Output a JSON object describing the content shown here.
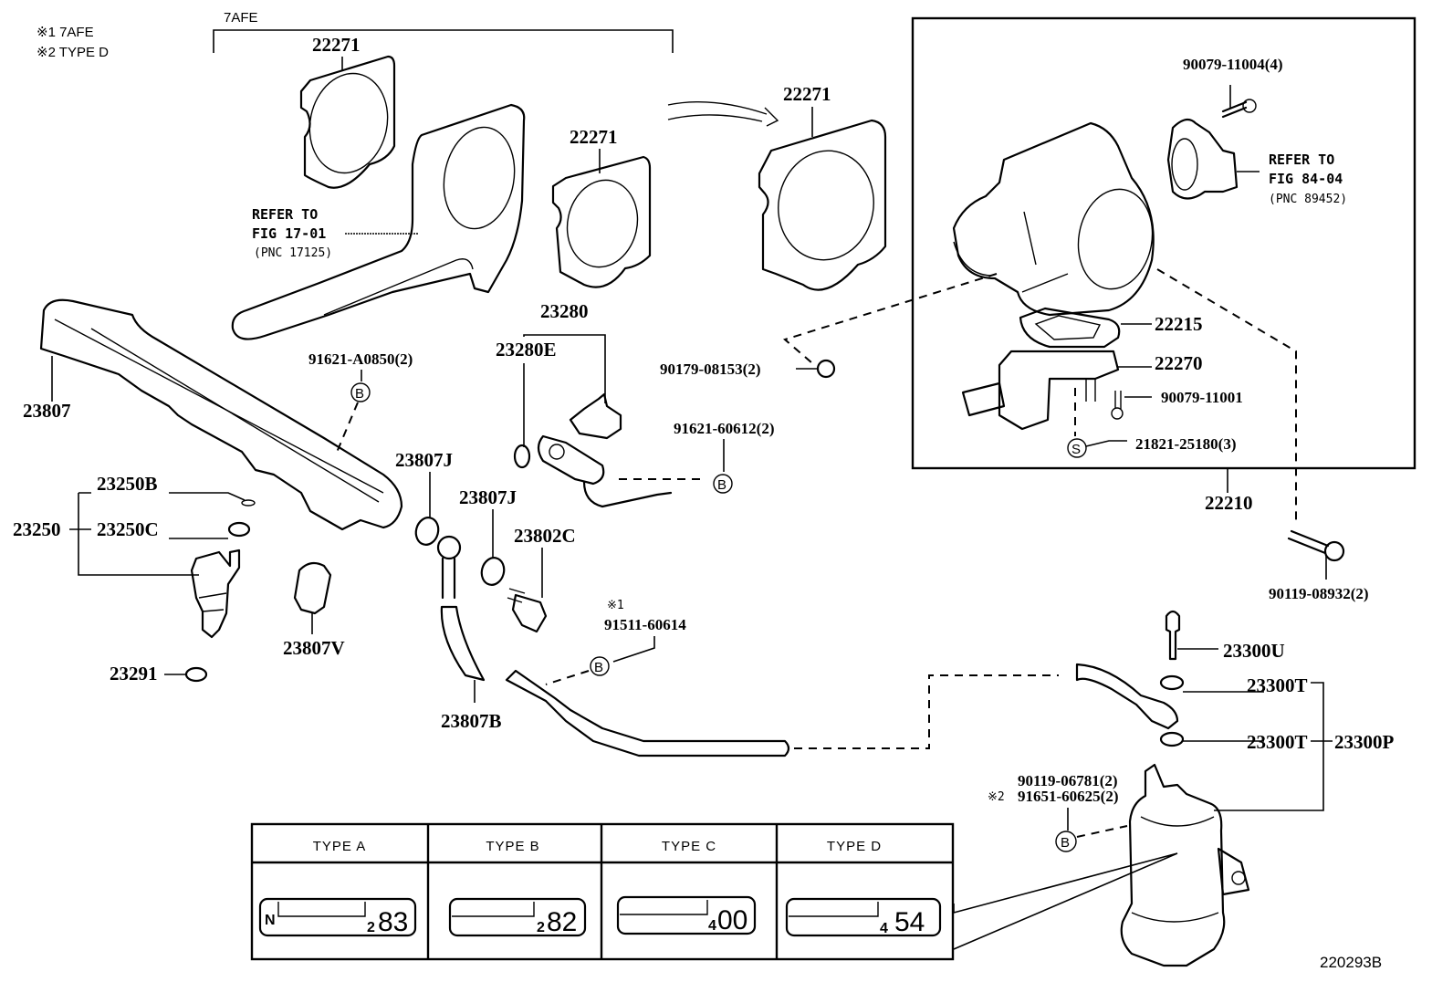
{
  "notes": {
    "note1": "※1 7AFE",
    "note2": "※2 TYPE D"
  },
  "bracket_label": "7AFE",
  "figure_number": "220293B",
  "callouts": {
    "gasket_left": "22271",
    "gasket_mid": "22271",
    "gasket_right": "22271",
    "refer_fig17_line1": "REFER TO",
    "refer_fig17_line2": "FIG 17-01",
    "refer_fig17_line3": "(PNC 17125)",
    "bolt_90079_11004": "90079-11004(4)",
    "refer_fig84_line1": "REFER TO",
    "refer_fig84_line2": "FIG 84-04",
    "refer_fig84_line3": "(PNC 89452)",
    "throttle_gasket": "22215",
    "throttle_sensor": "22270",
    "screw_90079_11001": "90079-11001",
    "stud_21821": "21821-25180(3)",
    "throttle_body_assy": "22210",
    "bolt_90119_08932": "90119-08932(2)",
    "nut_90179_08153": "90179-08153(2)",
    "pressure_regulator": "23280",
    "regulator_oring": "23280E",
    "bolt_91621_60612": "91621-60612(2)",
    "bolt_91621_A0850": "91621-A0850(2)",
    "delivery_pipe": "23807",
    "gasket_23807J_a": "23807J",
    "gasket_23807J_b": "23807J",
    "union_bolt_23802C": "23802C",
    "injector_assy": "23250",
    "injector_oring_b": "23250B",
    "injector_grommet_c": "23250C",
    "injector_insulator": "23291",
    "pulsation_damper": "23807V",
    "fuel_hose": "23807B",
    "note_ref1": "※1",
    "bolt_91511_60614": "91511-60614",
    "union_bolt_23300U": "23300U",
    "gasket_23300T_a": "23300T",
    "gasket_23300T_b": "23300T",
    "filter_kit": "23300P",
    "bolt_90119_06781": "90119-06781(2)",
    "note_ref2": "※2",
    "bolt_91651_60625": "91651-60625(2)"
  },
  "circle_markers": {
    "B": "B",
    "S": "S"
  },
  "type_table": {
    "columns": [
      {
        "header": "TYPE  A",
        "prefix": "N",
        "sub": "2",
        "code": "83"
      },
      {
        "header": "TYPE  B",
        "prefix": "",
        "sub": "2",
        "code": "82"
      },
      {
        "header": "TYPE  C",
        "prefix": "",
        "sub": "4",
        "code": "00"
      },
      {
        "header": "TYPE  D",
        "prefix": "",
        "sub": "4",
        "code": "54"
      }
    ]
  }
}
